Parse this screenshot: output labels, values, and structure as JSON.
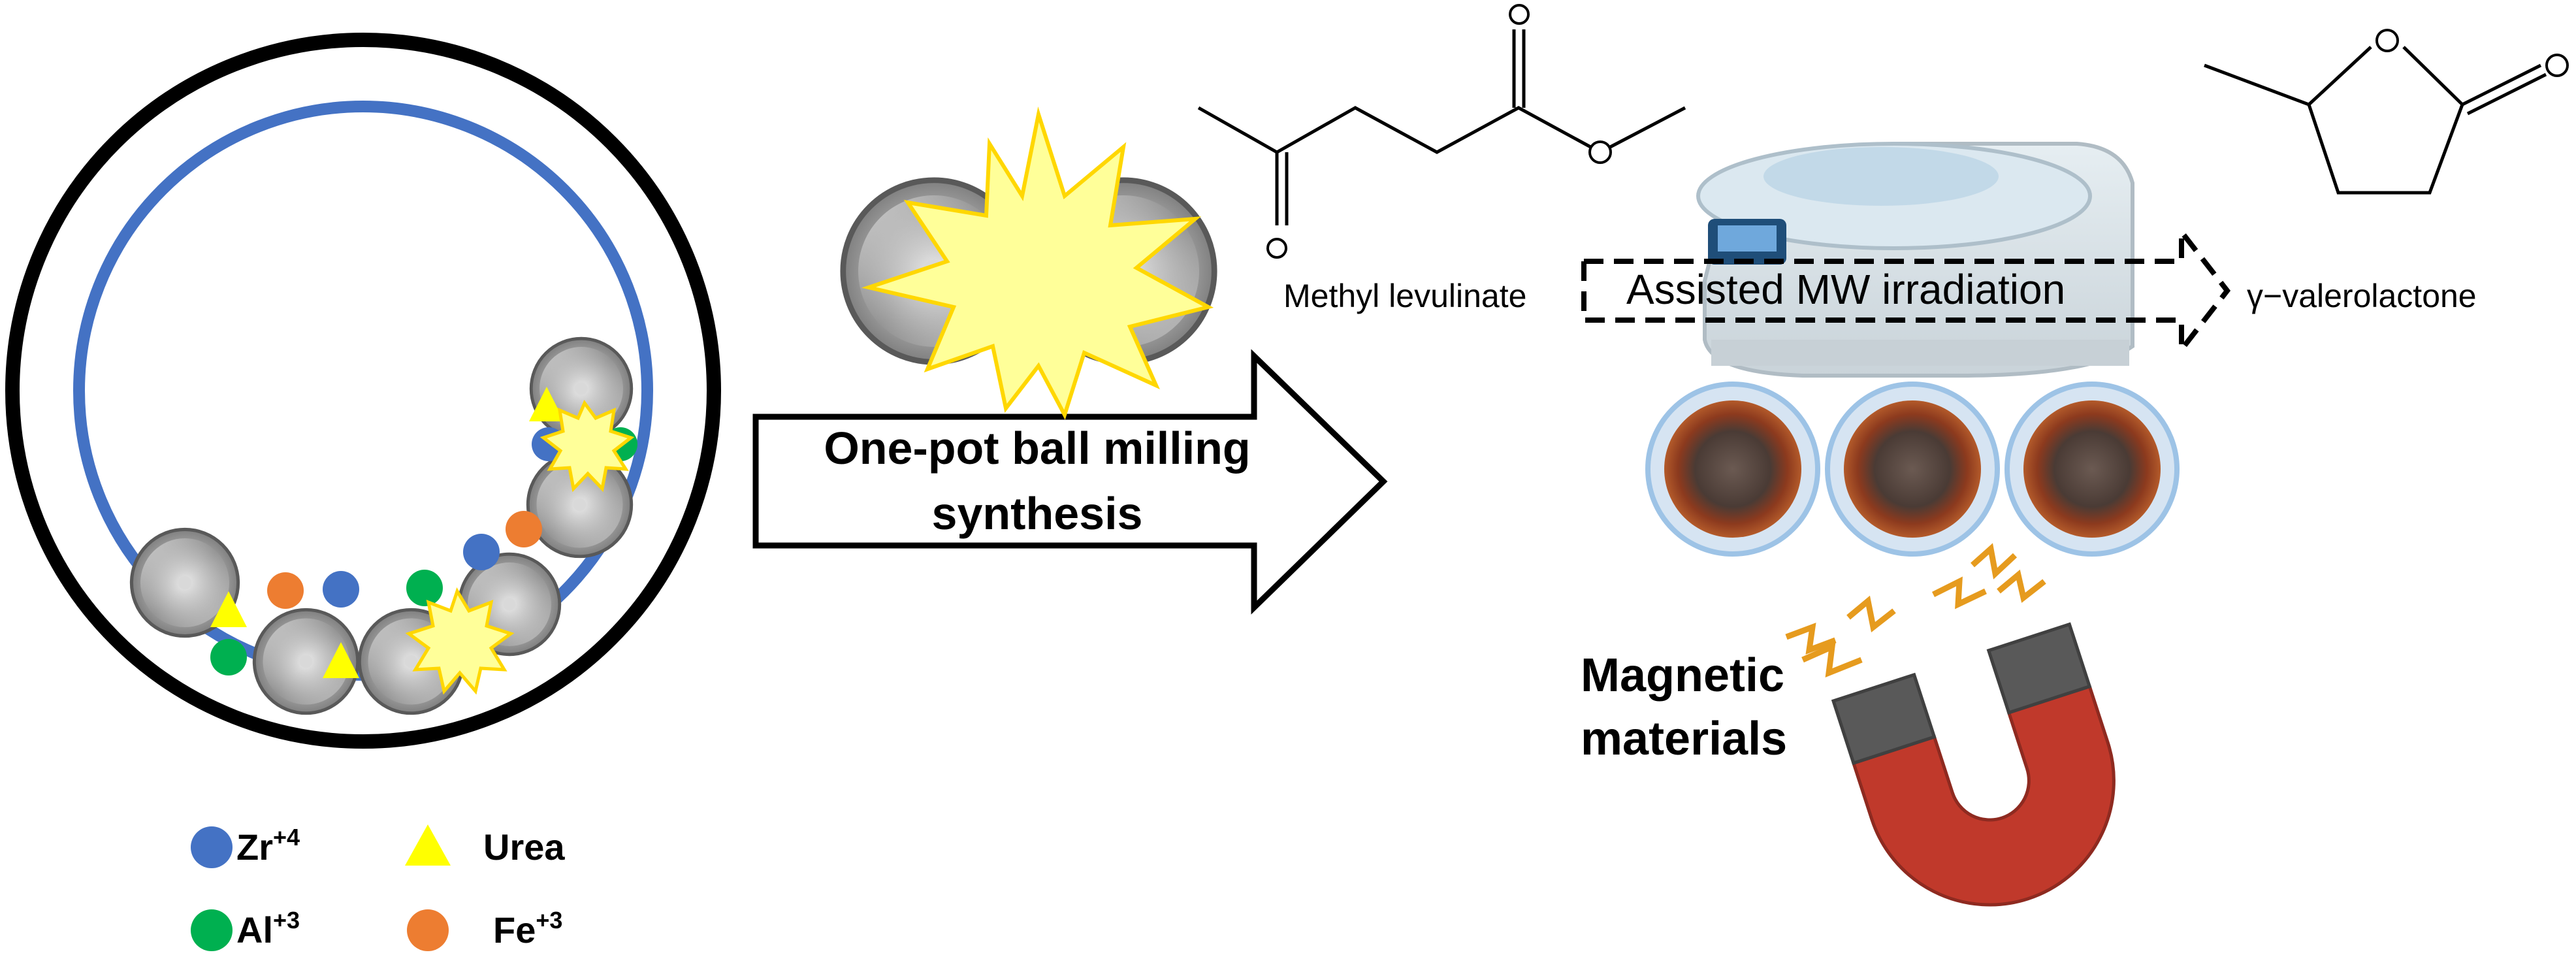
{
  "legend": {
    "items": [
      {
        "symbol": "Zr",
        "charge": "+4",
        "color": "#4472c4",
        "shape": "circle"
      },
      {
        "symbol": "Urea",
        "charge": "",
        "color": "#ffff00",
        "shape": "triangle"
      },
      {
        "symbol": "Al",
        "charge": "+3",
        "color": "#00b050",
        "shape": "circle"
      },
      {
        "symbol": "Fe",
        "charge": "+3",
        "color": "#ed7d31",
        "shape": "circle"
      }
    ]
  },
  "milling_arrow": {
    "line1": "One-pot ball milling",
    "line2": "synthesis"
  },
  "reaction": {
    "reactant": "Methyl levulinate",
    "conditions": "Assisted MW irradiation",
    "product": "γ−valerolactone"
  },
  "magnet": {
    "line1": "Magnetic",
    "line2": "materials"
  },
  "colors": {
    "outer_ring": "#000000",
    "inner_ring": "#4472c4",
    "magnet_body": "#c0392b",
    "magnet_tips": "#595959",
    "spark": "#e69b1e",
    "burst": "#ffff99"
  }
}
